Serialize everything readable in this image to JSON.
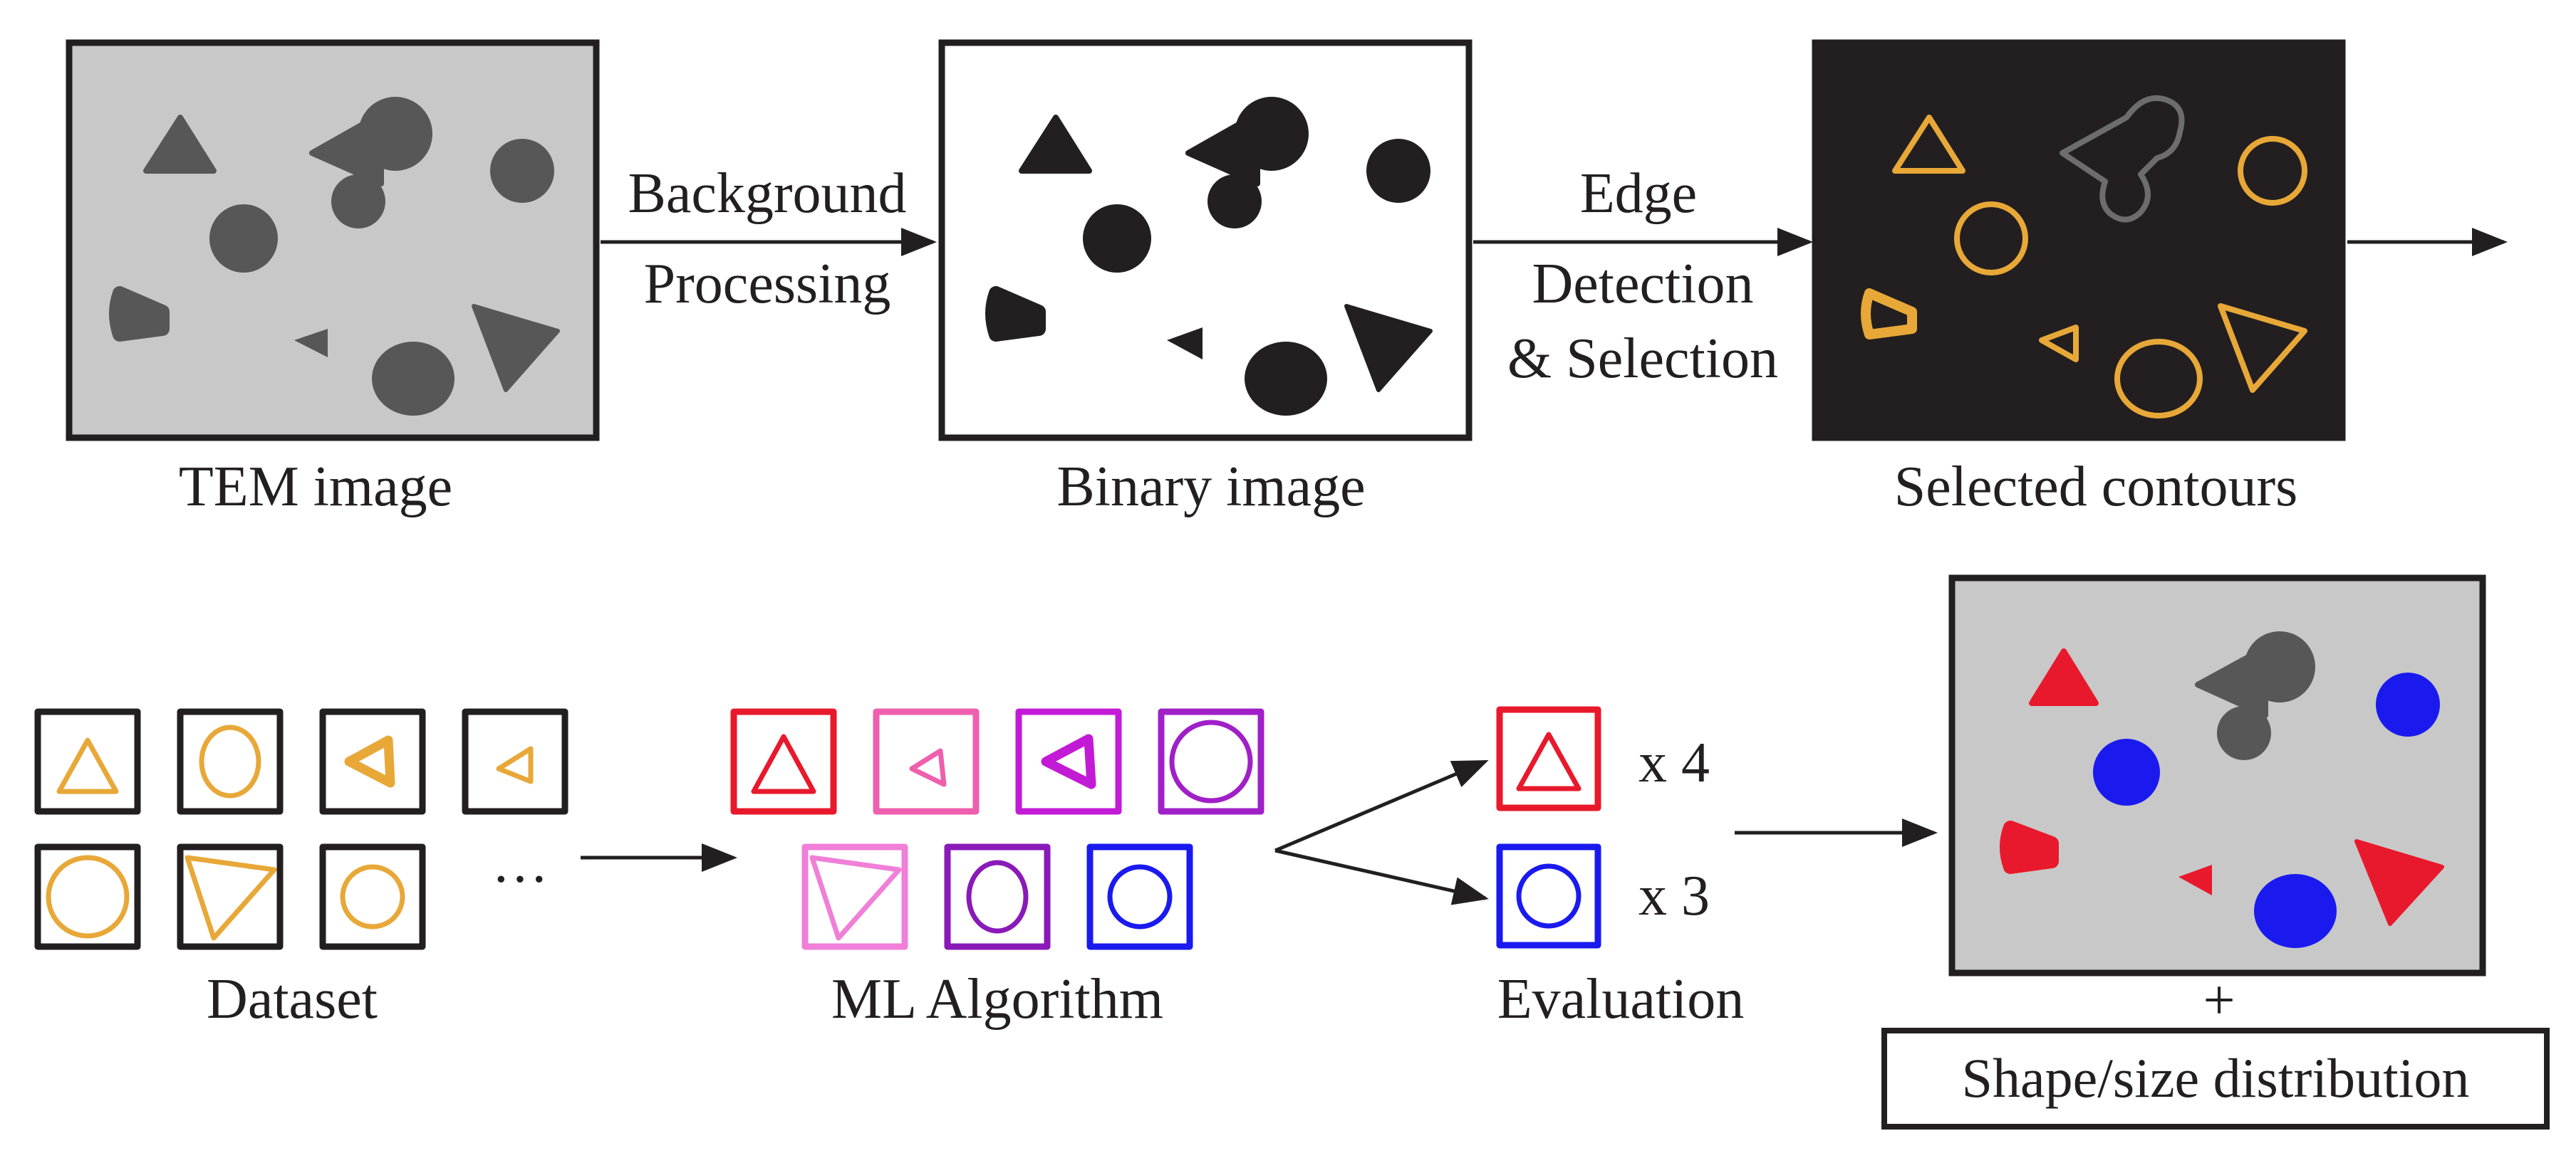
{
  "colors": {
    "ink": "#231f20",
    "gray_bg": "#c8c8c8",
    "gray_particle": "#575757",
    "black_bg": "#231f20",
    "contour_orange": "#e8a838",
    "contour_gray": "#6d6d6d",
    "triangle_red": "#e8192c",
    "circle_blue": "#1a1aef",
    "pink": "#ee5fae",
    "light_pink": "#f07fd8",
    "magenta": "#c31ad6",
    "purple": "#a020c8",
    "violet": "#8a1ab8"
  },
  "pipeline": {
    "tem_label": "TEM image",
    "binary_label": "Binary image",
    "contours_label": "Selected contours",
    "step1_line1": "Background",
    "step1_line2": "Processing",
    "step2_line1": "Edge",
    "step2_line2": "Detection",
    "step2_line3": "& Selection"
  },
  "ml": {
    "dataset_label": "Dataset",
    "ellipsis": "···",
    "algorithm_label": "ML Algorithm",
    "evaluation_label": "Evaluation",
    "triangle_count": "x 4",
    "circle_count": "x 3",
    "plus": "+",
    "result_label": "Shape/size distribution"
  }
}
